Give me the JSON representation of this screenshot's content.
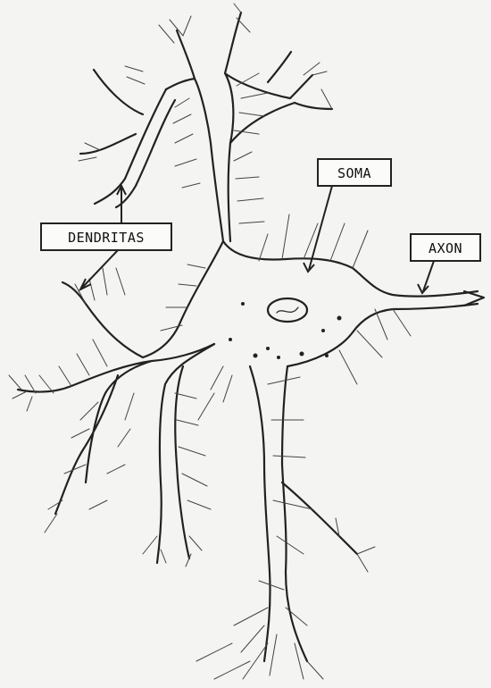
{
  "labels": {
    "dendritas": "DENDRITAS",
    "soma": "SOMA",
    "axon": "AXON"
  },
  "colors": {
    "ink": "#222222",
    "paper": "#f4f4f2"
  }
}
